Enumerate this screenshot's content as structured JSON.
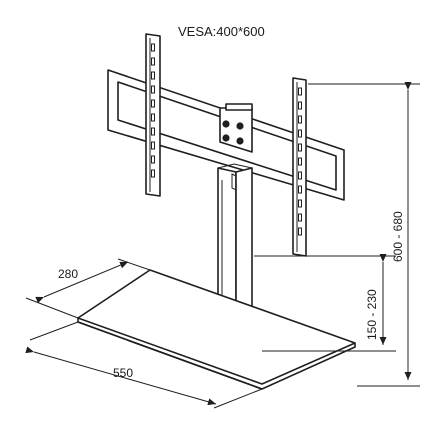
{
  "diagram": {
    "vesa_label": "VESA:400*600",
    "dimensions": {
      "depth": "280",
      "width": "550",
      "column_height": "150 - 230",
      "total_height": "600 - 680"
    }
  }
}
